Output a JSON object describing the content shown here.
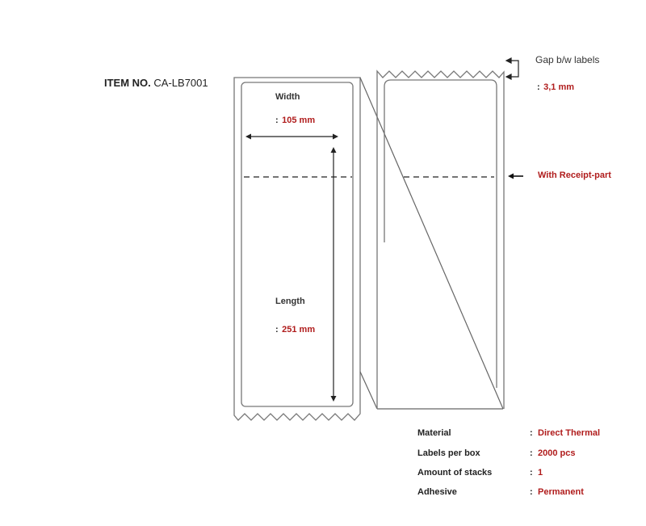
{
  "item": {
    "label": "ITEM NO.",
    "number": "CA-LB7001"
  },
  "dimensions": {
    "width_label": "Width",
    "width_value": "105 mm",
    "length_label": "Length",
    "length_value": "251 mm",
    "colon": ":"
  },
  "gap": {
    "label": "Gap b/w labels",
    "value": "3,1 mm"
  },
  "receipt": {
    "label": "With Receipt-part"
  },
  "specs": [
    {
      "key": "Material",
      "value": "Direct Thermal"
    },
    {
      "key": "Labels per box",
      "value": "2000 pcs"
    },
    {
      "key": "Amount of stacks",
      "value": "1"
    },
    {
      "key": "Adhesive",
      "value": "Permanent"
    }
  ],
  "colors": {
    "value_red": "#b01c1c",
    "line_gray": "#777777"
  }
}
